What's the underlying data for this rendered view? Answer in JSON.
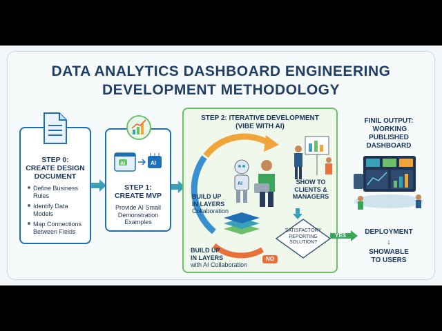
{
  "title": {
    "line1": "DATA ANALYTICS DASHBOARD ENGINEERING",
    "line2": "DEVELOPMENT METHODOLOGY"
  },
  "step0": {
    "heading_line1": "STEP 0:",
    "heading_line2": "CREATE DESIGN",
    "heading_line3": "DOCUMENT",
    "bullets": [
      {
        "l1": "Define Business",
        "l2": "Rules"
      },
      {
        "l1": "Identify Data",
        "l2": "Models"
      },
      {
        "l1": "Map Connections",
        "l2": "Between Fields"
      }
    ]
  },
  "step1": {
    "heading_line1": "STEP 1:",
    "heading_line2": "CREATE MVP",
    "desc_line1": "Provide AI Small",
    "desc_line2": "Demonstration",
    "desc_line3": "Examples",
    "icon_label": "AI"
  },
  "step2": {
    "heading_line1": "STEP 2: ITERATIVE DEVELOPMENT",
    "heading_line2": "(VIBE WITH AI)",
    "ai_label": "AI",
    "build_top_l1": "BUILD UP",
    "build_top_l2": "IN LAYERS",
    "build_top_l3": "Collaboration",
    "show_l1": "SHOW TO",
    "show_l2": "CLIENTS &",
    "show_l3": "MANAGERS",
    "build_bottom_l1": "BUILD UP",
    "build_bottom_l2": "IN LAYERS",
    "build_bottom_l3": "with AI Collaboration",
    "decision_l1": "SATISFACTORY",
    "decision_l2": "REPORTING",
    "decision_l3": "SOLUTION?",
    "yes": "YES",
    "no": "NO"
  },
  "final": {
    "heading_line1": "FINIL OUTPUT:",
    "heading_line2": "WORKING",
    "heading_line3": "PUBLISHED",
    "heading_line4": "DASHBOARD",
    "deployment": "DEPLOYMENT",
    "down_arrow": "↓",
    "showable_l1": "SHOWABLE",
    "showable_l2": "TO USERS"
  },
  "colors": {
    "navy": "#1f3f66",
    "blue_border": "#1e6fb5",
    "green_border": "#6bbf68",
    "arrow_teal": "#3aa0b8",
    "no_tag": "#e8703a",
    "yes_tag": "#3ba55c"
  }
}
